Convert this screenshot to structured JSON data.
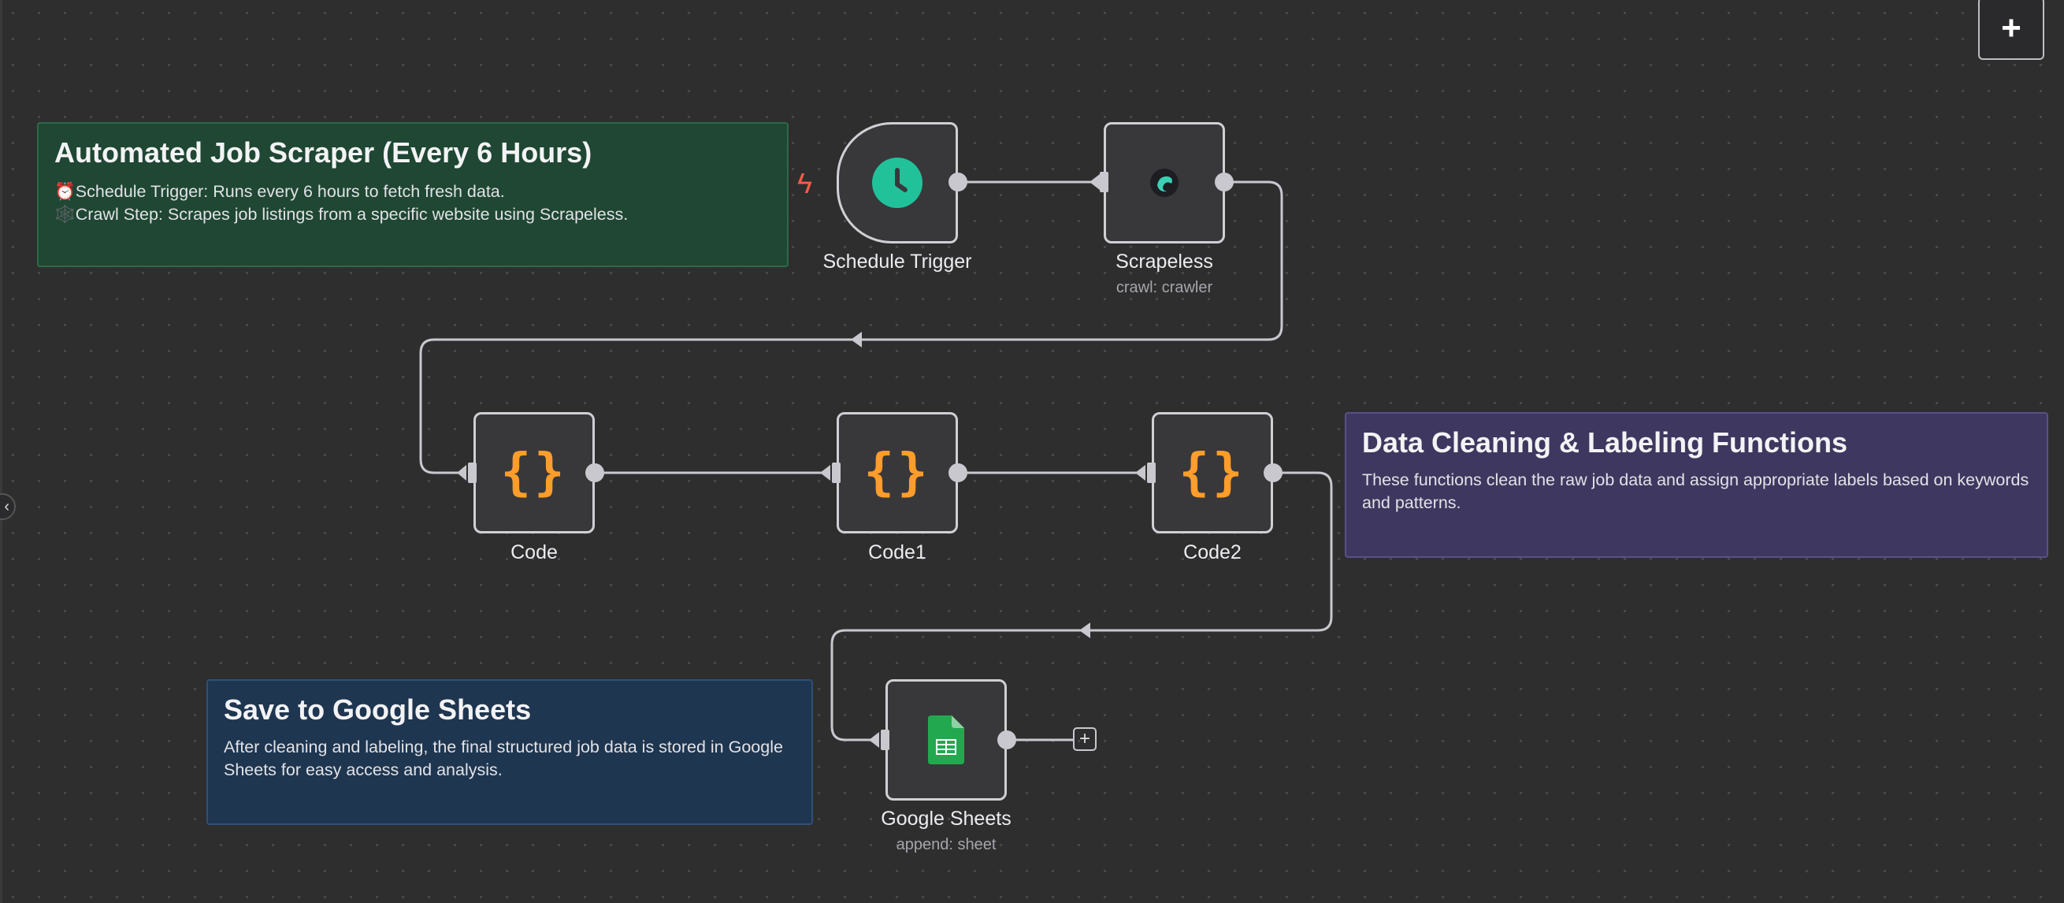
{
  "toolbar": {
    "add_button_icon": "plus-icon"
  },
  "sticky_notes": [
    {
      "title": "Automated Job Scraper (Every 6 Hours)",
      "lines": [
        "⏰Schedule Trigger: Runs every 6 hours to fetch fresh data.",
        "🕸️Crawl Step: Scrapes job listings from a specific website using Scrapeless."
      ],
      "color": "#1f4733"
    },
    {
      "title": "Data Cleaning & Labeling Functions",
      "text": "These functions clean the raw job data and assign appropriate labels based on keywords and patterns.",
      "color": "#3e3860"
    },
    {
      "title": "Save to Google Sheets",
      "text": "After cleaning and labeling, the final structured job data is stored in Google Sheets for easy access and analysis.",
      "color": "#1f3650"
    }
  ],
  "nodes": [
    {
      "name": "Schedule Trigger",
      "icon": "clock-icon"
    },
    {
      "name": "Scrapeless",
      "subtitle": "crawl: crawler",
      "icon": "scrapeless-icon"
    },
    {
      "name": "Code",
      "icon": "code-braces-icon",
      "glyph": "{}"
    },
    {
      "name": "Code1",
      "icon": "code-braces-icon",
      "glyph": "{}"
    },
    {
      "name": "Code2",
      "icon": "code-braces-icon",
      "glyph": "{}"
    },
    {
      "name": "Google Sheets",
      "subtitle": "append: sheet",
      "icon": "google-sheets-icon"
    }
  ],
  "colors": {
    "canvas": "#2e2e2f",
    "connection": "#c8c8ce",
    "code_icon": "#ff9d2b",
    "trigger_icon": "#21c29a",
    "sheets_icon": "#22a94f"
  }
}
